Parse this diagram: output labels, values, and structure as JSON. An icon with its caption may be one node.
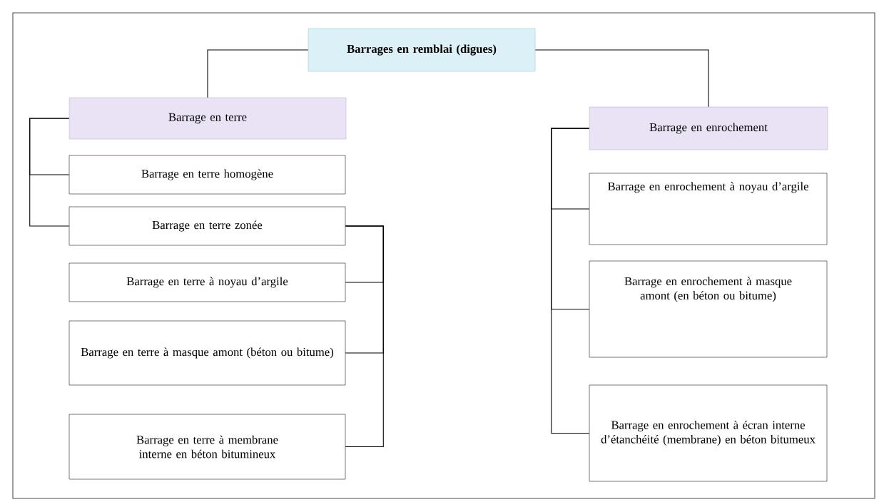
{
  "diagram": {
    "nodes": [
      {
        "text": [
          "Barrages en remblai (digues)"
        ]
      },
      {
        "text": [
          "Barrage en terre"
        ]
      },
      {
        "text": [
          "Barrage en terre homogène"
        ]
      },
      {
        "text": [
          "Barrage en terre zonée"
        ]
      },
      {
        "text": [
          "Barrage en terre à noyau d’argile"
        ]
      },
      {
        "text": [
          "Barrage en terre à masque amont (béton ou bitume)"
        ]
      },
      {
        "text": [
          "Barrage en terre à membrane interne en béton bitumineux"
        ]
      },
      {
        "text": [
          "Barrage en enrochement"
        ]
      },
      {
        "text": [
          "Barrage en enrochement à noyau d’argile"
        ]
      },
      {
        "text": [
          "Barrage en enrochement à masque amont (en béton ou bitume)"
        ]
      },
      {
        "text": [
          "Barrage en enrochement à écran interne d’étanchéité (membrane) en béton bitumeux"
        ]
      }
    ],
    "edges": [
      {
        "from": 0,
        "to": 1,
        "arrow": "none"
      },
      {
        "from": 0,
        "to": 7,
        "arrow": "none"
      },
      {
        "from": 1,
        "to": 2,
        "arrow": "none"
      },
      {
        "from": 1,
        "to": 3,
        "arrow": "none"
      },
      {
        "from": 3,
        "to": 4,
        "arrow": "none"
      },
      {
        "from": 3,
        "to": 5,
        "arrow": "none"
      },
      {
        "from": 3,
        "to": 6,
        "arrow": "none"
      },
      {
        "from": 7,
        "to": 8,
        "arrow": "none"
      },
      {
        "from": 7,
        "to": 9,
        "arrow": "none"
      },
      {
        "from": 7,
        "to": 10,
        "arrow": "none"
      }
    ]
  }
}
